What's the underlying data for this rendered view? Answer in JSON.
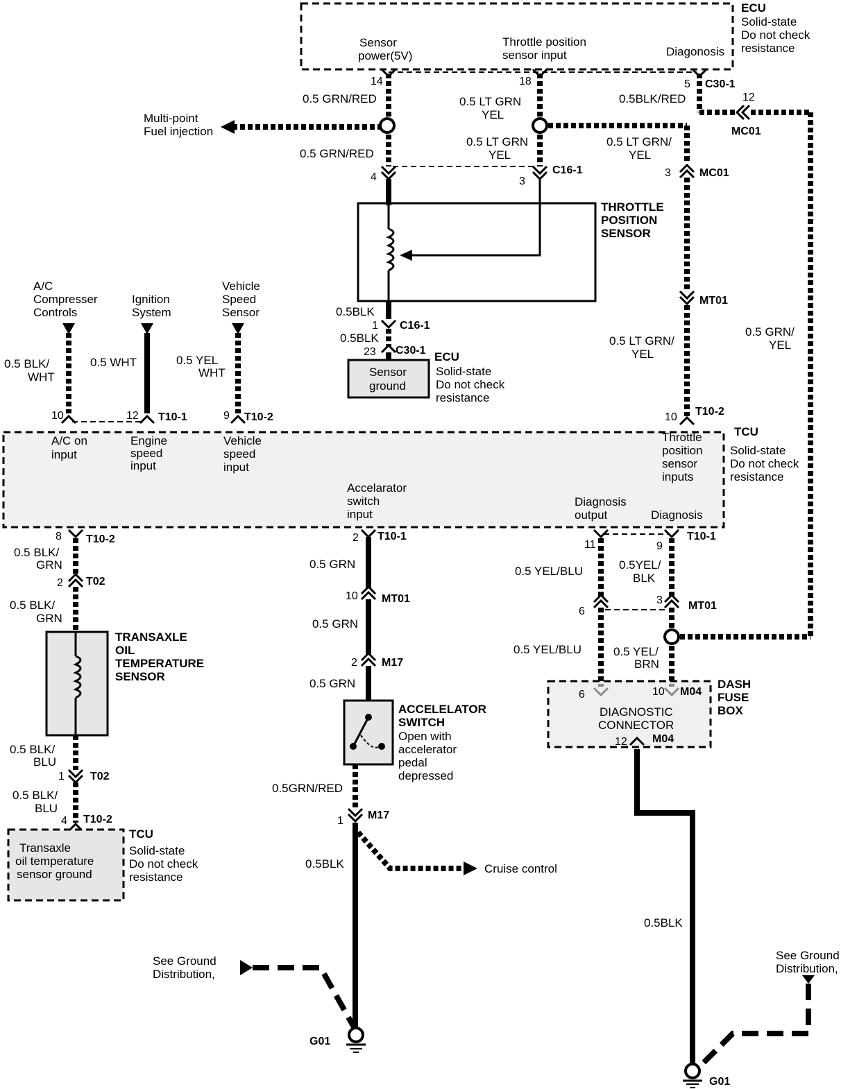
{
  "ecu_top": {
    "title": "ECU",
    "note": [
      "Solid-state",
      "Do not check",
      "resistance"
    ],
    "sensor_power": [
      "Sensor",
      "power(5V)"
    ],
    "tps_input": [
      "Throttle position",
      "sensor input"
    ],
    "diagnosis": "Diagonosis",
    "pin_14": "14",
    "pin_18": "18",
    "pin_5": "5",
    "connector": "C30-1"
  },
  "wires": {
    "grn_red": "0.5 GRN/RED",
    "lt_grn_yel_a": [
      "0.5 LT GRN",
      "YEL"
    ],
    "lt_grn_yel_b": [
      "0.5 LT GRN/",
      "YEL"
    ],
    "blk_red": "0.5BLK/RED",
    "grn_yel": [
      "0.5  GRN/",
      "YEL"
    ],
    "blk": "0.5BLK",
    "blk_wht": [
      "0.5 BLK/",
      "WHT"
    ],
    "wht": "0.5 WHT",
    "yel_wht": [
      "0.5 YEL",
      "WHT"
    ],
    "blk_grn": [
      "0.5 BLK/",
      "GRN"
    ],
    "blk_blu": [
      "0.5 BLK/",
      "BLU"
    ],
    "grn": "0.5 GRN",
    "grn_red2": "0.5GRN/RED",
    "yel_blu": "0.5 YEL/BLU",
    "yel_blk": [
      "0.5YEL/",
      "BLK"
    ],
    "yel_brn": [
      "0.5 YEL/",
      "BRN"
    ]
  },
  "destinations": {
    "mpfi": [
      "Multi-point",
      "Fuel injection"
    ],
    "cruise": "Cruise control",
    "ground_left": [
      "See Ground",
      "Distribution,"
    ],
    "ground_right": [
      "See Ground",
      "Distribution,"
    ]
  },
  "connectors": {
    "mc01": "MC01",
    "pin_12": "12",
    "pin_4": "4",
    "pin_3": "3",
    "c16_1": "C16-1",
    "mt01": "MT01",
    "pin_1": "1",
    "pin_23": "23",
    "c30_1": "C30-1",
    "t10_1": "T10-1",
    "t10_2": "T10-2",
    "t02": "T02",
    "m17": "M17",
    "m04": "M04",
    "pin_10": "10",
    "pin_9": "9",
    "pin_8": "8",
    "pin_2": "2",
    "pin_11": "11",
    "pin_6": "6",
    "g01": "G01"
  },
  "components": {
    "tps": [
      "THROTTLE",
      "POSITION",
      "SENSOR"
    ],
    "sensor_ground": [
      "Sensor",
      "ground"
    ],
    "ecu_mid": {
      "title": "ECU",
      "note": [
        "Solid-state",
        "Do not check",
        "resistance"
      ]
    },
    "oil_temp": [
      "TRANSAXLE",
      "OIL",
      "TEMPERATURE",
      "SENSOR"
    ],
    "accel_switch": {
      "title": [
        "ACCELELATOR",
        "SWITCH"
      ],
      "note": [
        "Open with",
        "accelerator",
        "pedal",
        "depressed"
      ]
    },
    "dash_fuse": [
      "DASH",
      "FUSE",
      "BOX"
    ],
    "diag_conn": [
      "DIAGNOSTIC",
      "CONNECTOR"
    ],
    "tcu_bottom": {
      "title": "TCU",
      "inner": [
        "Transaxle",
        "oil temperature",
        "sensor ground"
      ],
      "note": [
        "Solid-state",
        "Do not check",
        "resistance"
      ]
    }
  },
  "inputs_top": {
    "ac": [
      "A/C",
      "Compresser",
      "Controls"
    ],
    "ignition": [
      "Ignition",
      "System"
    ],
    "vss": [
      "Vehicle",
      "Speed",
      "Sensor"
    ]
  },
  "tcu": {
    "title": "TCU",
    "note": [
      "Solid-state",
      "Do not check",
      "resistance"
    ],
    "ac_input": [
      "A/C on",
      "input"
    ],
    "engine_speed": [
      "Engine",
      "speed",
      "input"
    ],
    "vehicle_speed": [
      "Vehicle",
      "speed",
      "input"
    ],
    "tps_inputs": [
      "Throttle",
      "position",
      "sensor",
      "inputs"
    ],
    "accel_input": [
      "Accelarator",
      "switch",
      "input"
    ],
    "diag_output": [
      "Diagnosis",
      "output"
    ],
    "diag": "Diagnosis"
  }
}
